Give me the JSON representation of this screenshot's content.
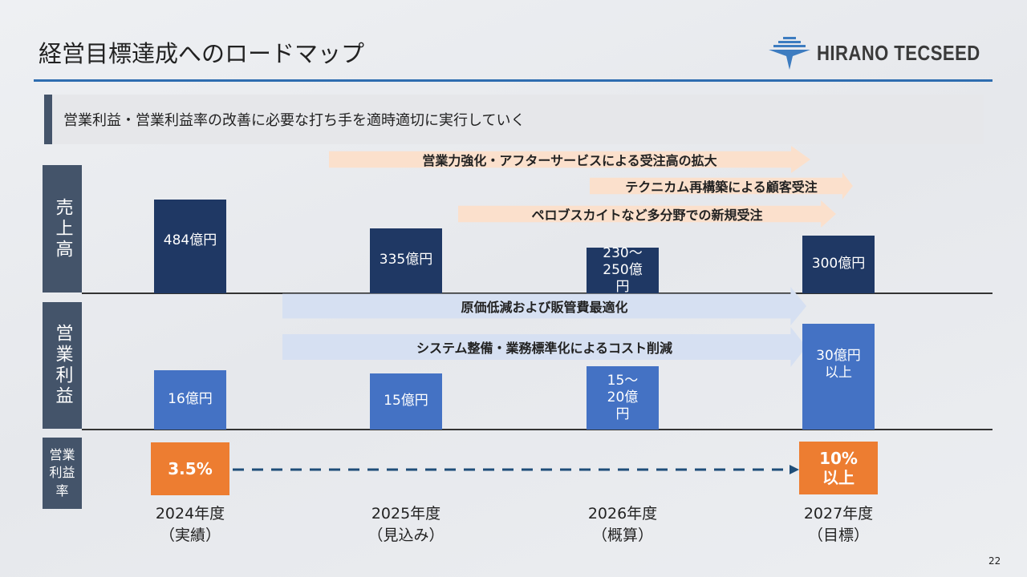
{
  "title": "経営目標達成へのロードマップ",
  "logo": "HIRANO TECSEED",
  "banner": "営業利益・営業利益率の改善に必要な打ち手を適時適切に実行していく",
  "row_labels": {
    "sales": "売上高",
    "profit": "営業利益",
    "margin": "営業利益率"
  },
  "sales_arrows": [
    "営業力強化・アフターサービスによる受注高の拡大",
    "テクニカム再構築による顧客受注",
    "ペロブスカイトなど多分野での新規受注"
  ],
  "profit_arrows": [
    "原価低減および販管費最適化",
    "システム整備・業務標準化によるコスト削減"
  ],
  "years": [
    {
      "year": "2024年度",
      "note": "（実績）",
      "sales": "484億円",
      "profit": "16億円",
      "margin": "3.5%"
    },
    {
      "year": "2025年度",
      "note": "（見込み）",
      "sales": "335億円",
      "profit": "15億円"
    },
    {
      "year": "2026年度",
      "note": "（概算）",
      "sales": "230～250億円",
      "profit": "15～20億円"
    },
    {
      "year": "2027年度",
      "note": "（目標）",
      "sales": "300億円",
      "profit": "30億円以上",
      "margin": "10%以上"
    }
  ],
  "page_number": "22",
  "colors": {
    "navy": "#1f3864",
    "blue": "#4472c4",
    "orange": "#ed7d31",
    "label": "#44546a"
  }
}
